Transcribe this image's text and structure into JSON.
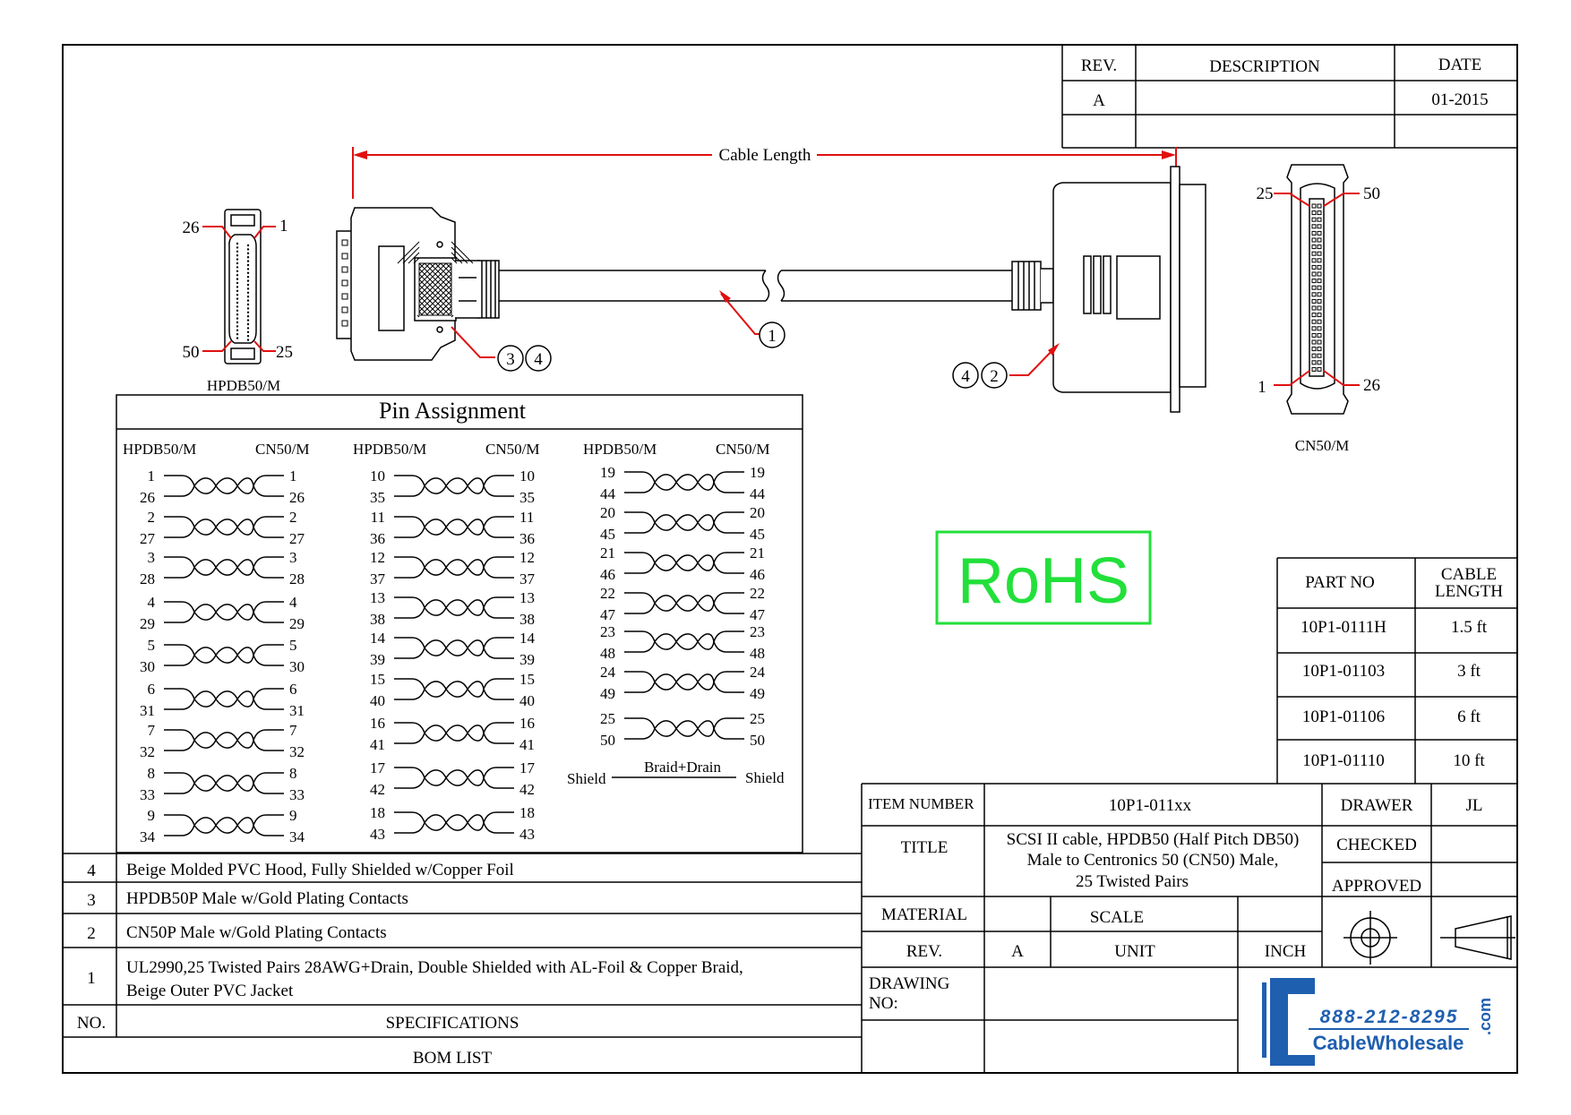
{
  "revision_block": {
    "headers": [
      "REV.",
      "DESCRIPTION",
      "DATE"
    ],
    "rows": [
      [
        "A",
        "",
        "01-2015"
      ],
      [
        "",
        "",
        ""
      ]
    ]
  },
  "drawing": {
    "cable_length_label": "Cable Length",
    "left_connector": {
      "name": "HPDB50/M",
      "pins": {
        "top_left": "26",
        "top_right": "1",
        "bottom_left": "50",
        "bottom_right": "25"
      }
    },
    "right_connector": {
      "name": "CN50/M",
      "pins": {
        "top_left": "25",
        "top_right": "50",
        "bottom_left": "1",
        "bottom_right": "26"
      }
    },
    "callouts": [
      "3",
      "4",
      "1",
      "4",
      "2"
    ]
  },
  "pin_assignment": {
    "title": "Pin Assignment",
    "col_a_header": "HPDB50/M",
    "col_b_header": "CN50/M",
    "columns": [
      [
        [
          "1",
          "1",
          "26",
          "26"
        ],
        [
          "2",
          "2",
          "27",
          "27"
        ],
        [
          "3",
          "3",
          "28",
          "28"
        ],
        [
          "4",
          "4",
          "29",
          "29"
        ],
        [
          "5",
          "5",
          "30",
          "30"
        ],
        [
          "6",
          "6",
          "31",
          "31"
        ],
        [
          "7",
          "7",
          "32",
          "32"
        ],
        [
          "8",
          "8",
          "33",
          "33"
        ],
        [
          "9",
          "9",
          "34",
          "34"
        ]
      ],
      [
        [
          "10",
          "10",
          "35",
          "35"
        ],
        [
          "11",
          "11",
          "36",
          "36"
        ],
        [
          "12",
          "12",
          "37",
          "37"
        ],
        [
          "13",
          "13",
          "38",
          "38"
        ],
        [
          "14",
          "14",
          "39",
          "39"
        ],
        [
          "15",
          "15",
          "40",
          "40"
        ],
        [
          "16",
          "16",
          "41",
          "41"
        ],
        [
          "17",
          "17",
          "42",
          "42"
        ],
        [
          "18",
          "18",
          "43",
          "43"
        ]
      ],
      [
        [
          "19",
          "19",
          "44",
          "44"
        ],
        [
          "20",
          "20",
          "45",
          "45"
        ],
        [
          "21",
          "21",
          "46",
          "46"
        ],
        [
          "22",
          "22",
          "47",
          "47"
        ],
        [
          "23",
          "23",
          "48",
          "48"
        ],
        [
          "24",
          "24",
          "49",
          "49"
        ],
        [
          "25",
          "25",
          "50",
          "50"
        ]
      ]
    ],
    "shield_left": "Shield",
    "shield_right": "Shield",
    "shield_mid": "Braid+Drain"
  },
  "rohs": {
    "label": "RoHS",
    "color": "#22e03a"
  },
  "part_table": {
    "header_part": "PART NO",
    "header_len_1": "CABLE",
    "header_len_2": "LENGTH",
    "rows": [
      [
        "10P1-0111H",
        "1.5 ft"
      ],
      [
        "10P1-01103",
        "3 ft"
      ],
      [
        "10P1-01106",
        "6 ft"
      ],
      [
        "10P1-01110",
        "10 ft"
      ]
    ]
  },
  "bom": {
    "rows": [
      {
        "no": "4",
        "lines": [
          "Beige Molded PVC Hood, Fully Shielded w/Copper Foil"
        ]
      },
      {
        "no": "3",
        "lines": [
          "HPDB50P Male w/Gold Plating Contacts"
        ]
      },
      {
        "no": "2",
        "lines": [
          "CN50P Male w/Gold Plating Contacts"
        ]
      },
      {
        "no": "1",
        "lines": [
          "UL2990,25 Twisted Pairs 28AWG+Drain, Double Shielded with AL-Foil & Copper Braid,",
          "Beige Outer PVC Jacket"
        ]
      }
    ],
    "no_header": "NO.",
    "spec_header": "SPECIFICATIONS",
    "footer": "BOM LIST"
  },
  "title_block": {
    "item_number_label": "ITEM NUMBER",
    "item_number_value": "10P1-011xx",
    "drawer_label": "DRAWER",
    "drawer_value": "JL",
    "title_label": "TITLE",
    "title_lines": [
      "SCSI II cable, HPDB50 (Half Pitch DB50)",
      "Male to Centronics 50 (CN50) Male,",
      "25 Twisted Pairs"
    ],
    "checked_label": "CHECKED",
    "approved_label": "APPROVED",
    "material_label": "MATERIAL",
    "scale_label": "SCALE",
    "rev_label": "REV.",
    "rev_value": "A",
    "unit_label": "UNIT",
    "unit_value": "INCH",
    "drawing_no_label_1": "DRAWING",
    "drawing_no_label_2": "NO:"
  },
  "logo": {
    "phone": "888-212-8295",
    "name": "CableWholesale",
    "dotcom": ".com",
    "color": "#1f5fb0"
  },
  "colors": {
    "line": "#000000",
    "dimension": "#e01010"
  }
}
